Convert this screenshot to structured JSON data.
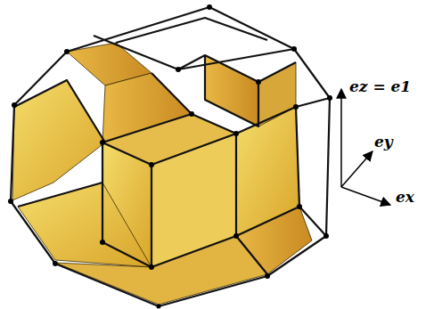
{
  "diagram": {
    "labels": [
      "ez = e1",
      "ey",
      "ex"
    ]
  }
}
